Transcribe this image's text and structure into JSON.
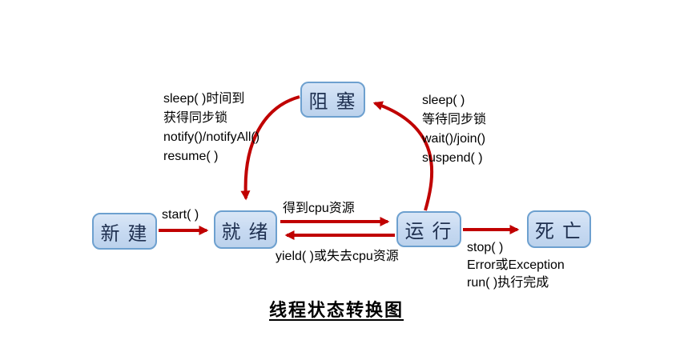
{
  "title": "线程状态转换图",
  "nodes": {
    "new": "新 建",
    "ready": "就 绪",
    "running": "运 行",
    "dead": "死 亡",
    "blocked": "阻 塞"
  },
  "labels": {
    "start": "start( )",
    "get_cpu": "得到cpu资源",
    "lose_cpu": "yield( )或失去cpu资源",
    "running_to_dead": [
      "stop( )",
      "Error或Exception",
      "run( )执行完成"
    ],
    "blocked_to_ready": [
      "sleep( )时间到",
      "获得同步锁",
      "notify()/notifyAll()",
      "resume( )"
    ],
    "running_to_blocked": [
      "sleep( )",
      "等待同步锁",
      "wait()/join()",
      "suspend( )"
    ]
  },
  "colors": {
    "arrow": "#c00000",
    "node_fill": "#c6d9f1",
    "node_border": "#6da0cf",
    "node_text": "#1f3050",
    "label_text": "#000000"
  }
}
